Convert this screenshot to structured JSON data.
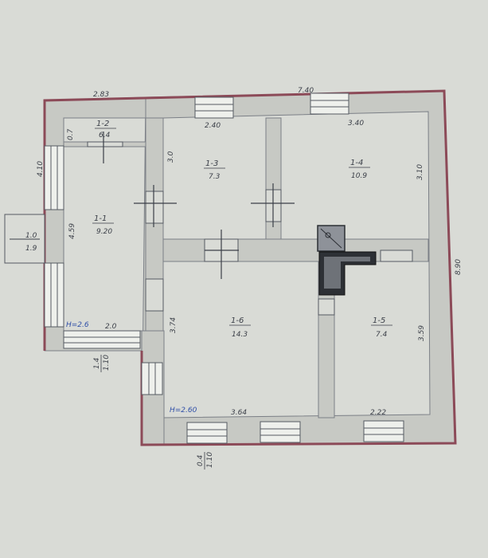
{
  "plan": {
    "top_dims": {
      "left": "2.83",
      "right": "7.40"
    },
    "right_dim": "8.90",
    "left_dims": {
      "upper": "4.10",
      "middle": "4.59"
    },
    "room_1_2": {
      "id": "1-2",
      "area": "6.4"
    },
    "room_1_3": {
      "id": "1-3",
      "area": "7.3"
    },
    "room_1_4": {
      "id": "1-4",
      "area": "10.9"
    },
    "room_1_1": {
      "id": "1-1",
      "area": "9.20"
    },
    "room_1_6": {
      "id": "1-6",
      "area": "14.3"
    },
    "room_1_5": {
      "id": "1-5",
      "area": "7.4"
    },
    "porch": {
      "top": "1.0",
      "bottom": "1.9"
    },
    "inner_dims": {
      "r3_width": "2.40",
      "r4_width": "3.40",
      "r3_height": "3.0",
      "r4_height": "3.10",
      "r2_side": "0.7",
      "r6_height": "3.74",
      "r5_height": "3.59",
      "r6_width": "3.64",
      "r5_width": "2.22",
      "entry_width": "2.0"
    },
    "heights": {
      "left": "H=2.6",
      "main": "H=2.60"
    },
    "bottom_marks": {
      "left_top": "1.4",
      "left_bottom": "1.10",
      "mid_top": "0.4",
      "mid_bottom": "1.10"
    },
    "colors": {
      "outer_wall": "#8c4a58",
      "wall_fill": "#c7c9c4",
      "paper": "#d9dbd6",
      "ink": "#3b3f48"
    }
  }
}
